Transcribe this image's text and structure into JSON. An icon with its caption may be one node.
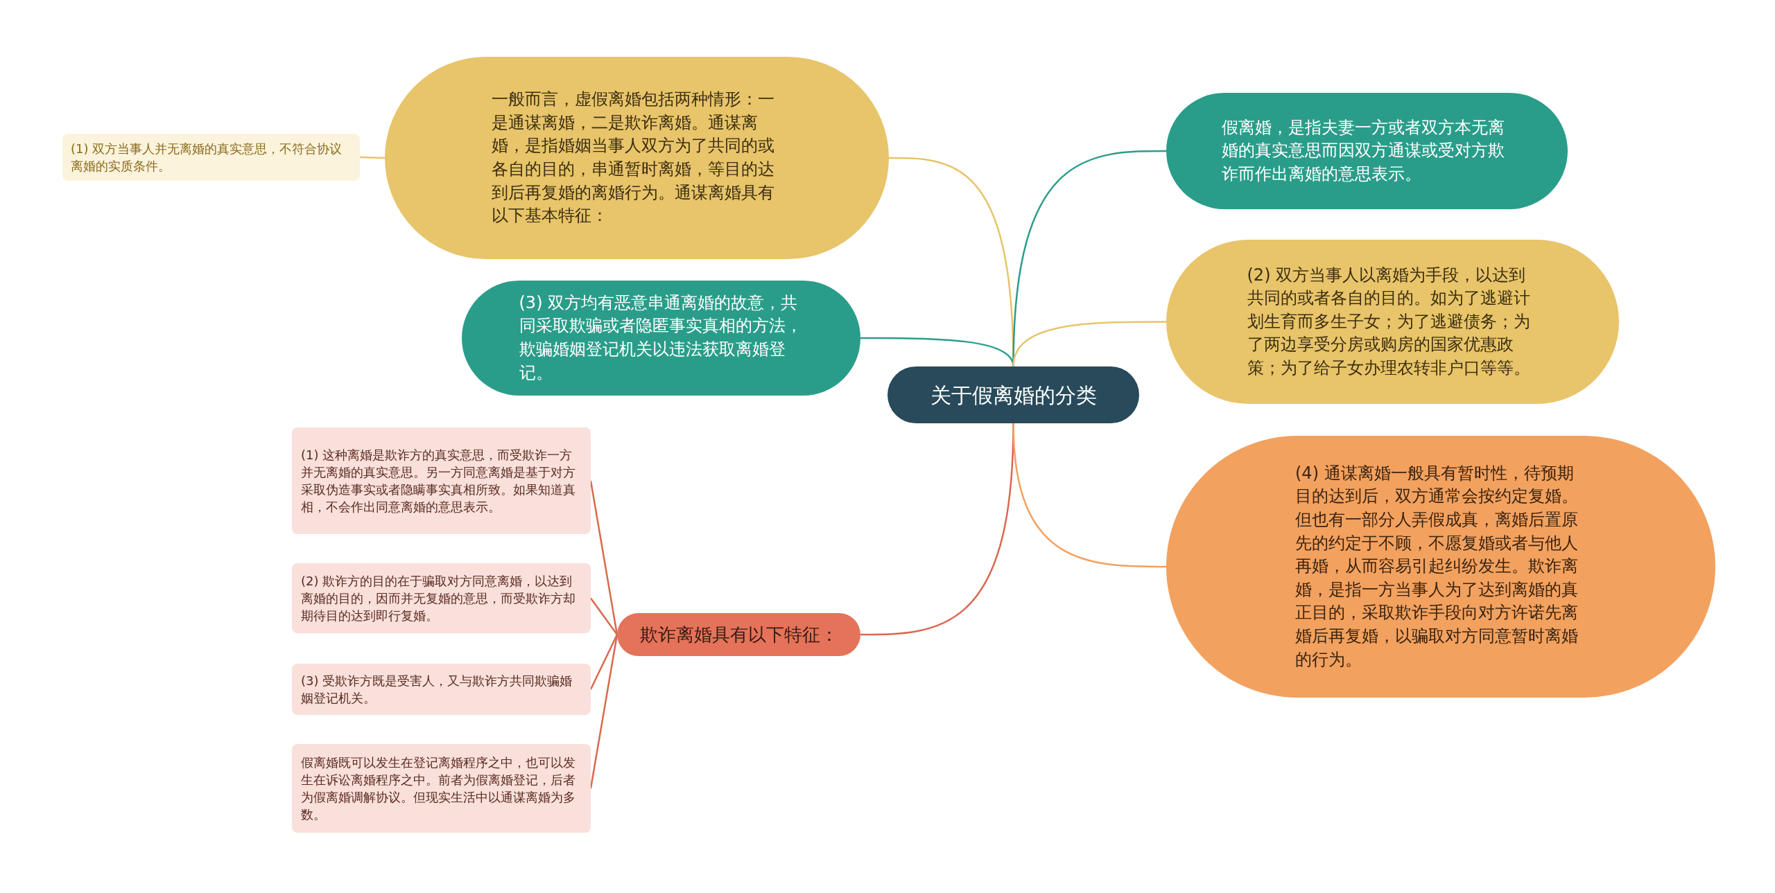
{
  "diagram": {
    "nodes": [
      {
        "text": [
          "关于假离婚的分类"
        ]
      },
      {
        "text": [
          "一般而言，虚假离婚包括两种情形：一是通谋离婚，二是欺诈离婚。通谋离婚，是指婚姻当事人双方为了共同的或各自的目的，串通暂时离婚，等目的达到后再复婚的离婚行为。通谋离婚具有以下基本特征："
        ]
      },
      {
        "text": [
          "(1) 双方当事人并无离婚的真实意思，不符合协议离婚的实质条件。"
        ]
      },
      {
        "text": [
          "(3) 双方均有恶意串通离婚的故意，共同采取欺骗或者隐匿事实真相的方法，欺骗婚姻登记机关以违法获取离婚登记。"
        ]
      },
      {
        "text": [
          "欺诈离婚具有以下特征："
        ]
      },
      {
        "text": [
          "(1) 这种离婚是欺诈方的真实意思，而受欺诈一方并无离婚的真实意思。另一方同意离婚是基于对方采取伪造事实或者隐瞒事实真相所致。如果知道真相，不会作出同意离婚的意思表示。"
        ]
      },
      {
        "text": [
          "(2) 欺诈方的目的在于骗取对方同意离婚，以达到离婚的目的，因而并无复婚的意思，而受欺诈方却期待目的达到即行复婚。"
        ]
      },
      {
        "text": [
          "(3) 受欺诈方既是受害人，又与欺诈方共同欺骗婚姻登记机关。"
        ]
      },
      {
        "text": [
          "假离婚既可以发生在登记离婚程序之中，也可以发生在诉讼离婚程序之中。前者为假离婚登记，后者为假离婚调解协议。但现实生活中以通谋离婚为多数。"
        ]
      },
      {
        "text": [
          "假离婚，是指夫妻一方或者双方本无离婚的真实意思而因双方通谋或受对方欺诈而作出离婚的意思表示。"
        ]
      },
      {
        "text": [
          "(2) 双方当事人以离婚为手段，以达到共同的或者各自的目的。如为了逃避计划生育而多生子女；为了逃避债务；为了两边享受分房或购房的国家优惠政策；为了给子女办理农转非户口等等。"
        ]
      },
      {
        "text": [
          "(4) 通谋离婚一般具有暂时性，待预期目的达到后，双方通常会按约定复婚。但也有一部分人弄假成真，离婚后置原先的约定于不顾，不愿复婚或者与他人再婚，从而容易引起纠纷发生。欺诈离婚，是指一方当事人为了达到离婚的真正目的，采取欺诈手段向对方许诺先离婚后再复婚，以骗取对方同意暂时离婚的行为。"
        ]
      }
    ],
    "edges": [
      {
        "from": 0,
        "to": 1,
        "arrow": "none",
        "color": "#e8c46a"
      },
      {
        "from": 1,
        "to": 2,
        "arrow": "none",
        "color": "#e8c46a"
      },
      {
        "from": 0,
        "to": 3,
        "arrow": "none",
        "color": "#2a9d8a"
      },
      {
        "from": 0,
        "to": 4,
        "arrow": "none"
      },
      {
        "from": 4,
        "to": 5,
        "arrow": "none"
      },
      {
        "from": 4,
        "to": 6,
        "arrow": "none"
      },
      {
        "from": 4,
        "to": 7,
        "arrow": "none"
      },
      {
        "from": 4,
        "to": 8,
        "arrow": "none"
      },
      {
        "from": 0,
        "to": 9,
        "arrow": "none",
        "color": "#2a9d8a"
      },
      {
        "from": 0,
        "to": 10,
        "arrow": "none",
        "color": "#e8c46a"
      },
      {
        "from": 0,
        "to": 11,
        "arrow": "none",
        "color": "#f2a15f"
      }
    ]
  }
}
